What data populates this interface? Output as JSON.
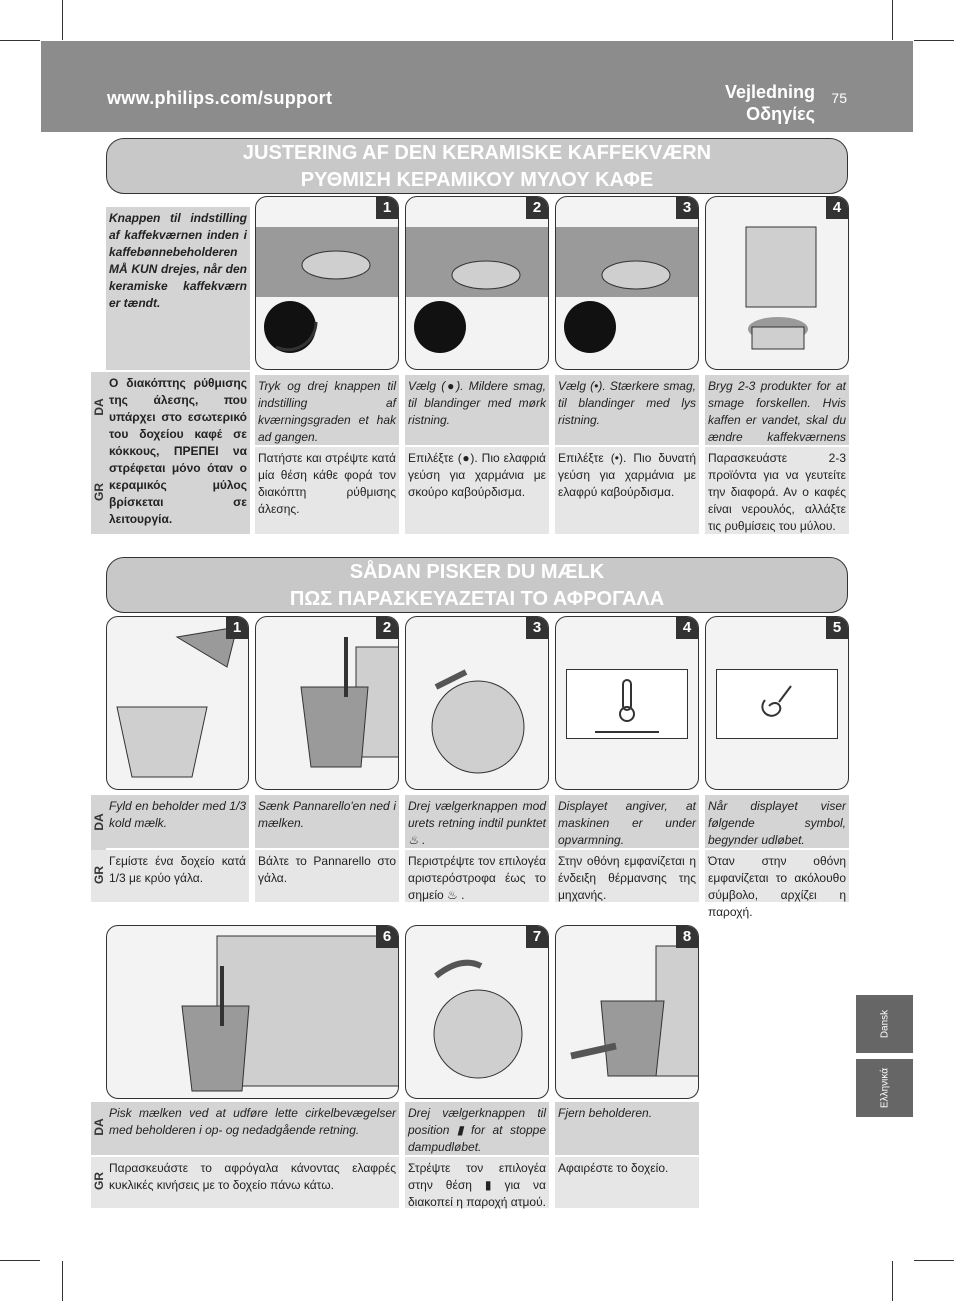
{
  "header": {
    "url": "www.philips.com/support",
    "title_da": "Vejledning",
    "title_gr": "Οδηγίες",
    "page_number": "75"
  },
  "section1": {
    "title_da": "JUSTERING AF DEN KERAMISKE KAFFEKVÆRN",
    "title_gr": "ΡΥΘΜΙΣΗ ΚΕΡΑΜΙΚΟΥ ΜΥΛΟΥ ΚΑΦΕ",
    "note_da": "Knappen til indstilling af kaffekværnen inden i kaffebønnebeholderen MÅ KUN drejes, når den keramiske kaffekværn er tændt.",
    "note_gr": "Ο διακόπτης ρύθμισης της άλεσης, που υπάρχει στο εσωτερικό του δοχείου καφέ σε κόκκους, ΠΡΕΠΕΙ να στρέφεται μόνο όταν ο κεραμικός μύλος βρίσκεται σε λειτουργία.",
    "steps": [
      {
        "num": "1",
        "da": "Tryk og drej knappen til indstilling af kværningsgraden et hak ad gangen.",
        "gr": "Πατήστε και στρέψτε κατά μία θέση κάθε φορά τον διακόπτη ρύθμισης άλεσης."
      },
      {
        "num": "2",
        "da": "Vælg (●). Mildere smag, til blandinger med mørk ristning.",
        "gr": "Επιλέξτε (●). Πιο ελαφριά γεύση για χαρμάνια με σκούρο καβούρδισμα."
      },
      {
        "num": "3",
        "da": "Vælg (•). Stærkere smag, til blandinger med lys ristning.",
        "gr": "Επιλέξτε (•). Πιο δυνατή γεύση για χαρμάνια με ελαφρύ καβούρδισμα."
      },
      {
        "num": "4",
        "da": "Bryg 2-3 produkter for at smage forskellen. Hvis kaffen er vandet, skal du ændre kaffekværnens indstillinger.",
        "gr": "Παρασκευάστε 2-3 προϊόντα για να γευτείτε την διαφορά. Αν ο καφές είναι νερουλός, αλλάξτε τις ρυθμίσεις του μύλου."
      }
    ]
  },
  "section2": {
    "title_da": "SÅDAN PISKER DU MÆLK",
    "title_gr": "ΠΩΣ ΠΑΡΑΣΚΕΥΑΖΕΤΑΙ ΤΟ ΑΦΡΟΓΑΛΑ",
    "steps": [
      {
        "num": "1",
        "da": "Fyld en beholder med 1/3 kold mælk.",
        "gr": "Γεμίστε ένα δοχείο κατά 1/3 με κρύο γάλα."
      },
      {
        "num": "2",
        "da": "Sænk Pannarello'en ned i mælken.",
        "gr": "Βάλτε το Pannarello στο γάλα."
      },
      {
        "num": "3",
        "da": "Drej vælgerknappen mod urets retning indtil punktet ♨ .",
        "gr": "Περιστρέψτε τον επιλογέα αριστερόστροφα έως το σημείο ♨ ."
      },
      {
        "num": "4",
        "da": "Displayet angiver, at maskinen er under opvarmning.",
        "gr": "Στην οθόνη εμφανίζεται η ένδειξη θέρμανσης της μηχανής."
      },
      {
        "num": "5",
        "da": "Når displayet viser følgende symbol, begynder udløbet.",
        "gr": "Όταν στην οθόνη εμφανίζεται το ακόλουθο σύμβολο, αρχίζει η παροχή."
      },
      {
        "num": "6",
        "da": "Pisk mælken ved at udføre lette cirkelbevægelser med beholderen i op- og nedadgående retning.",
        "gr": "Παρασκευάστε το αφρόγαλα κάνοντας ελαφρές κυκλικές κινήσεις με το δοχείο πάνω κάτω."
      },
      {
        "num": "7",
        "da": "Drej vælgerknappen til position ▮ for at stoppe dampudløbet.",
        "gr": "Στρέψτε τον επιλογέα στην θέση ▮ για να διακοπεί η παροχή ατμού."
      },
      {
        "num": "8",
        "da": "Fjern beholderen.",
        "gr": "Αφαιρέστε το δοχείο."
      }
    ]
  },
  "labels": {
    "da": "DA",
    "gr": "GR"
  },
  "side_tabs": {
    "dansk": "Dansk",
    "greek": "Ελληνικά"
  },
  "colors": {
    "header": "#8c8c8c",
    "banner": "#c8c8c8",
    "caption_da": "#d4d4d4",
    "caption_gr": "#e6e6e6",
    "tab": "#666666"
  }
}
